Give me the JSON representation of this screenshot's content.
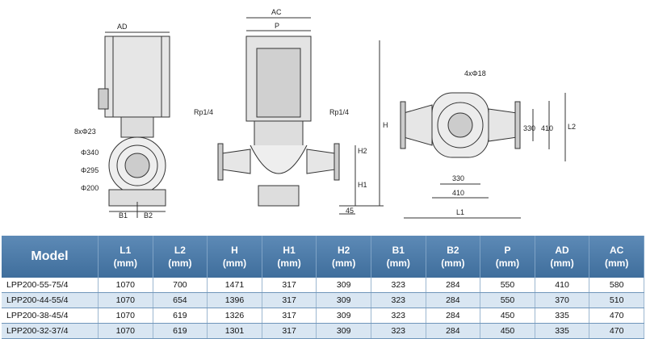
{
  "drawing": {
    "front": {
      "ad": "AD",
      "flange_holes": "8xΦ23",
      "d340": "Φ340",
      "d295": "Φ295",
      "d200": "Φ200",
      "b1": "B1",
      "b2": "B2"
    },
    "side": {
      "ac": "AC",
      "p": "P",
      "rp_left": "Rp1/4",
      "rp_right": "Rp1/4",
      "h": "H",
      "h2": "H2",
      "h1": "H1",
      "base": "45"
    },
    "top": {
      "holes": "4xΦ18",
      "d330v": "330",
      "d410v": "410",
      "l2": "L2",
      "d330h": "330",
      "d410h": "410",
      "l1": "L1"
    }
  },
  "table": {
    "headers": [
      {
        "name": "Model",
        "unit": ""
      },
      {
        "name": "L1",
        "unit": "(mm)"
      },
      {
        "name": "L2",
        "unit": "(mm)"
      },
      {
        "name": "H",
        "unit": "(mm)"
      },
      {
        "name": "H1",
        "unit": "(mm)"
      },
      {
        "name": "H2",
        "unit": "(mm)"
      },
      {
        "name": "B1",
        "unit": "(mm)"
      },
      {
        "name": "B2",
        "unit": "(mm)"
      },
      {
        "name": "P",
        "unit": "(mm)"
      },
      {
        "name": "AD",
        "unit": "(mm)"
      },
      {
        "name": "AC",
        "unit": "(mm)"
      }
    ],
    "rows": [
      [
        "LPP200-55-75/4",
        "1070",
        "700",
        "1471",
        "317",
        "309",
        "323",
        "284",
        "550",
        "410",
        "580"
      ],
      [
        "LPP200-44-55/4",
        "1070",
        "654",
        "1396",
        "317",
        "309",
        "323",
        "284",
        "550",
        "370",
        "510"
      ],
      [
        "LPP200-38-45/4",
        "1070",
        "619",
        "1326",
        "317",
        "309",
        "323",
        "284",
        "450",
        "335",
        "470"
      ],
      [
        "LPP200-32-37/4",
        "1070",
        "619",
        "1301",
        "317",
        "309",
        "323",
        "284",
        "450",
        "335",
        "470"
      ]
    ]
  }
}
